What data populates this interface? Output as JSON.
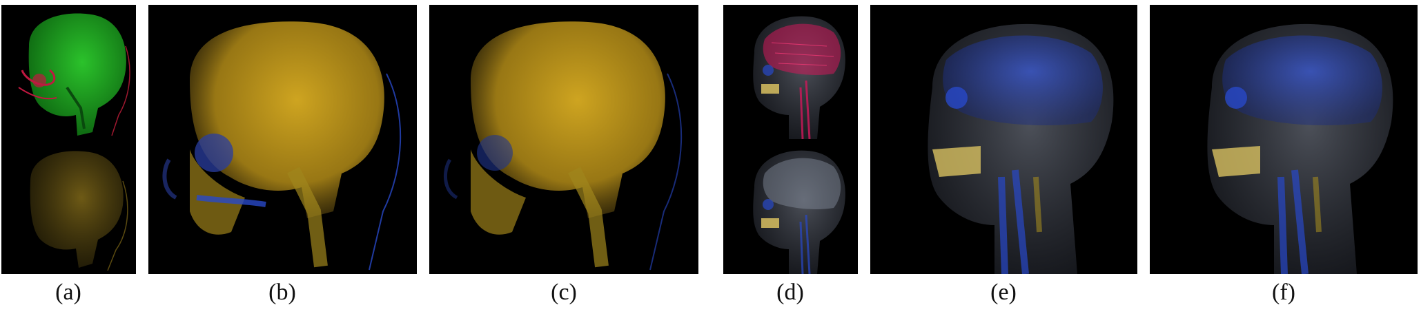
{
  "figure": {
    "captions": [
      "(a)",
      "(b)",
      "(c)",
      "(d)",
      "(e)",
      "(f)"
    ]
  },
  "colors": {
    "background": "#000000",
    "skull_yellow": "#c9a020",
    "skull_green": "#1fa81f",
    "vessel_red": "#d0185a",
    "vessel_blue": "#2848c8",
    "skin_gray": "#6f7684",
    "teeth_gold": "#d8c060"
  },
  "panels": [
    {
      "id": "a",
      "content": "two stacked renders: green skull with red detail (top), dim yellow skull (bottom)"
    },
    {
      "id": "b",
      "content": "yellow skull render with blue vessels"
    },
    {
      "id": "c",
      "content": "yellow skull render with blue vessels"
    },
    {
      "id": "d",
      "content": "two stacked renders: translucent head with red brain vessels (top), gray head with blue vessels (bottom)"
    },
    {
      "id": "e",
      "content": "translucent gray head with blue vessels and gold teeth"
    },
    {
      "id": "f",
      "content": "translucent gray head with blue vessels and gold teeth"
    }
  ]
}
